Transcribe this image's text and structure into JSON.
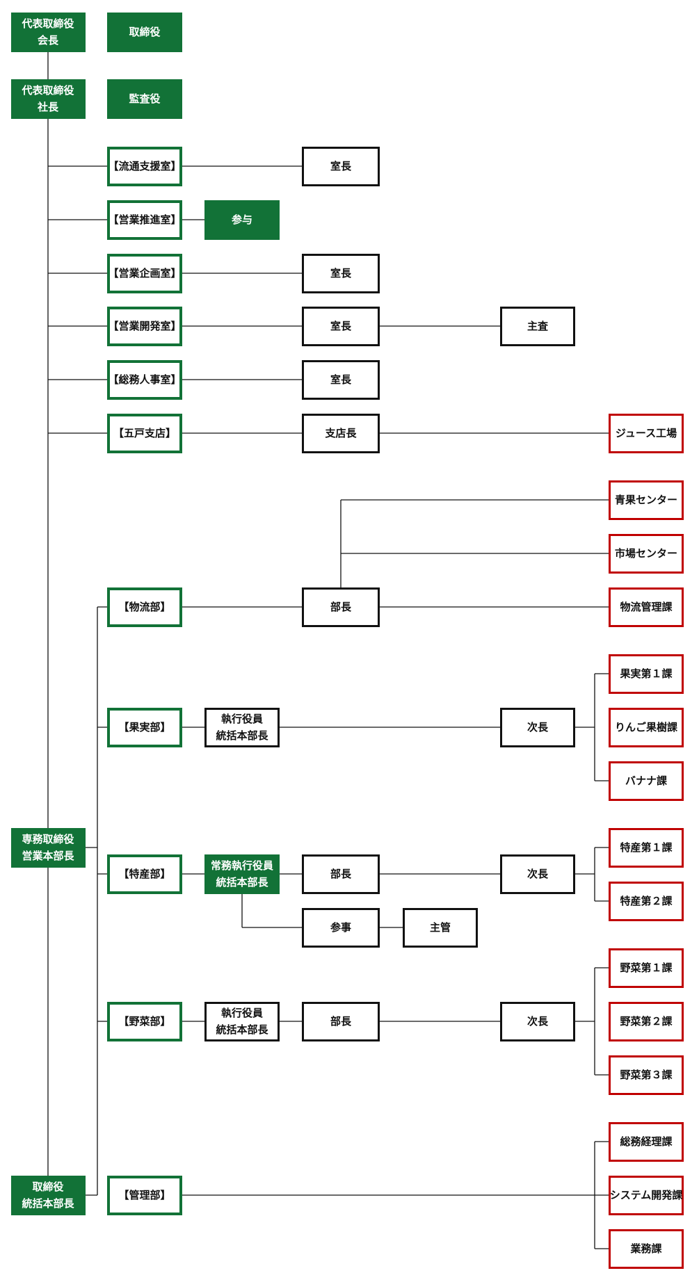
{
  "colors": {
    "primary_green": "#127237",
    "line": "#111111",
    "section_red": "#c00000",
    "fill_text": "#ffffff"
  },
  "nodes": [
    {
      "id": "chairman",
      "style": "fill",
      "lines": [
        "代表取締役",
        "会長"
      ]
    },
    {
      "id": "director",
      "style": "fill",
      "lines": [
        "取締役"
      ]
    },
    {
      "id": "president",
      "style": "fill",
      "lines": [
        "代表取締役",
        "社長"
      ]
    },
    {
      "id": "auditor",
      "style": "fill",
      "lines": [
        "監査役"
      ]
    },
    {
      "id": "ryutsu",
      "style": "dept",
      "lines": [
        "【流通支援室】"
      ]
    },
    {
      "id": "ryutsu-head",
      "style": "black",
      "lines": [
        "室長"
      ]
    },
    {
      "id": "eigyo-suishin",
      "style": "dept",
      "lines": [
        "【営業推進室】"
      ]
    },
    {
      "id": "sanyo",
      "style": "fill",
      "lines": [
        "参与"
      ]
    },
    {
      "id": "eigyo-kikaku",
      "style": "dept",
      "lines": [
        "【営業企画室】"
      ]
    },
    {
      "id": "kikaku-head",
      "style": "black",
      "lines": [
        "室長"
      ]
    },
    {
      "id": "eigyo-kaihatsu",
      "style": "dept",
      "lines": [
        "【営業開発室】"
      ]
    },
    {
      "id": "kaihatsu-head",
      "style": "black",
      "lines": [
        "室長"
      ]
    },
    {
      "id": "kaihatsu-shusa",
      "style": "black",
      "lines": [
        "主査"
      ]
    },
    {
      "id": "somu-jinji",
      "style": "dept",
      "lines": [
        "【総務人事室】"
      ]
    },
    {
      "id": "somu-head",
      "style": "black",
      "lines": [
        "室長"
      ]
    },
    {
      "id": "gonohe",
      "style": "dept",
      "lines": [
        "【五戸支店】"
      ]
    },
    {
      "id": "gonohe-head",
      "style": "black",
      "lines": [
        "支店長"
      ]
    },
    {
      "id": "juice",
      "style": "red",
      "lines": [
        "ジュース工場"
      ]
    },
    {
      "id": "seika",
      "style": "red",
      "lines": [
        "青果センター"
      ]
    },
    {
      "id": "ichiba",
      "style": "red",
      "lines": [
        "市場センター"
      ]
    },
    {
      "id": "butsuryu",
      "style": "dept",
      "lines": [
        "【物流部】"
      ]
    },
    {
      "id": "butsuryu-head",
      "style": "black",
      "lines": [
        "部長"
      ]
    },
    {
      "id": "butsuryu-kanri",
      "style": "red",
      "lines": [
        "物流管理課"
      ]
    },
    {
      "id": "kajitsu",
      "style": "dept",
      "lines": [
        "【果実部】"
      ]
    },
    {
      "id": "kajitsu-exec",
      "style": "black",
      "lines": [
        "執行役員",
        "統括本部長"
      ]
    },
    {
      "id": "kajitsu-jicho",
      "style": "black",
      "lines": [
        "次長"
      ]
    },
    {
      "id": "kajitsu-1",
      "style": "red",
      "lines": [
        "果実第１課"
      ]
    },
    {
      "id": "ringo",
      "style": "red",
      "lines": [
        "りんご果樹課"
      ]
    },
    {
      "id": "banana",
      "style": "red",
      "lines": [
        "バナナ課"
      ]
    },
    {
      "id": "senmu",
      "style": "fill",
      "lines": [
        "専務取締役",
        "営業本部長"
      ]
    },
    {
      "id": "tokusan",
      "style": "dept",
      "lines": [
        "【特産部】"
      ]
    },
    {
      "id": "tokusan-exec",
      "style": "fill",
      "lines": [
        "常務執行役員",
        "統括本部長"
      ]
    },
    {
      "id": "tokusan-bucho",
      "style": "black",
      "lines": [
        "部長"
      ]
    },
    {
      "id": "tokusan-jicho",
      "style": "black",
      "lines": [
        "次長"
      ]
    },
    {
      "id": "tokusan-1",
      "style": "red",
      "lines": [
        "特産第１課"
      ]
    },
    {
      "id": "tokusan-2",
      "style": "red",
      "lines": [
        "特産第２課"
      ]
    },
    {
      "id": "sanji",
      "style": "black",
      "lines": [
        "参事"
      ]
    },
    {
      "id": "shukan",
      "style": "black",
      "lines": [
        "主管"
      ]
    },
    {
      "id": "yasai",
      "style": "dept",
      "lines": [
        "【野菜部】"
      ]
    },
    {
      "id": "yasai-exec",
      "style": "black",
      "lines": [
        "執行役員",
        "統括本部長"
      ]
    },
    {
      "id": "yasai-bucho",
      "style": "black",
      "lines": [
        "部長"
      ]
    },
    {
      "id": "yasai-jicho",
      "style": "black",
      "lines": [
        "次長"
      ]
    },
    {
      "id": "yasai-1",
      "style": "red",
      "lines": [
        "野菜第１課"
      ]
    },
    {
      "id": "yasai-2",
      "style": "red",
      "lines": [
        "野菜第２課"
      ]
    },
    {
      "id": "yasai-3",
      "style": "red",
      "lines": [
        "野菜第３課"
      ]
    },
    {
      "id": "torishimari-tokatsu",
      "style": "fill",
      "lines": [
        "取締役",
        "統括本部長"
      ]
    },
    {
      "id": "kanri",
      "style": "dept",
      "lines": [
        "【管理部】"
      ]
    },
    {
      "id": "somu-keiri",
      "style": "red",
      "lines": [
        "総務経理課"
      ]
    },
    {
      "id": "system",
      "style": "red",
      "lines": [
        "システム開発課"
      ]
    },
    {
      "id": "gyomu",
      "style": "red",
      "lines": [
        "業務課"
      ]
    }
  ]
}
